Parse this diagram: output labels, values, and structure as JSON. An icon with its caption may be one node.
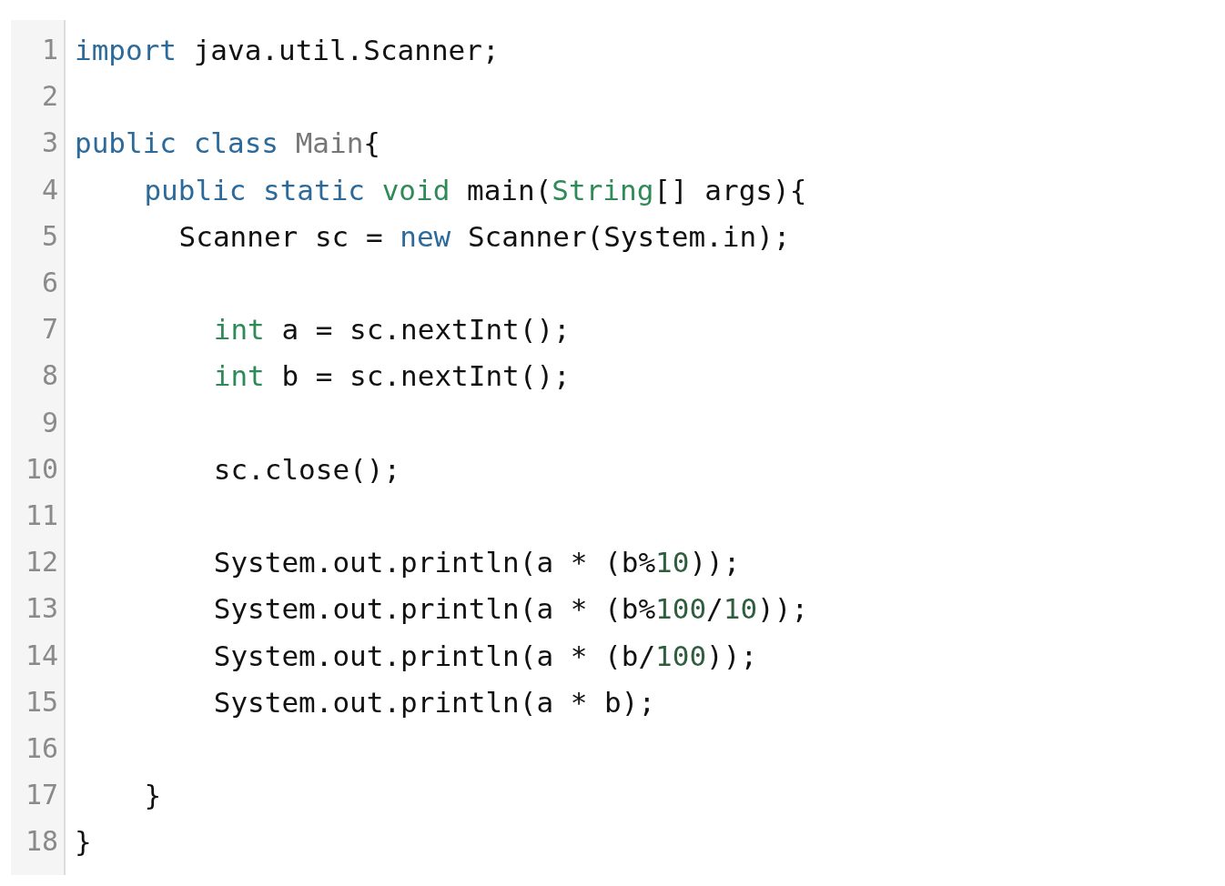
{
  "diagram": {
    "labels": [
      "1",
      "import java.util.Scanner;",
      "2",
      "3",
      "public class Main{",
      "4",
      "public static void main(String[] args){",
      "5",
      "Scanner sc = new Scanner(System.in);",
      "6",
      "7",
      "int a = sc.nextInt();",
      "8",
      "int b = sc.nextInt();",
      "9",
      "10",
      "sc.close();",
      "11",
      "12",
      "System.out.println(a * (b%10));",
      "13",
      "System.out.println(a * (b%100/10));",
      "14",
      "System.out.println(a * (b/100));",
      "15",
      "System.out.println(a * b);",
      "16",
      "17",
      "}",
      "18",
      "}"
    ]
  }
}
